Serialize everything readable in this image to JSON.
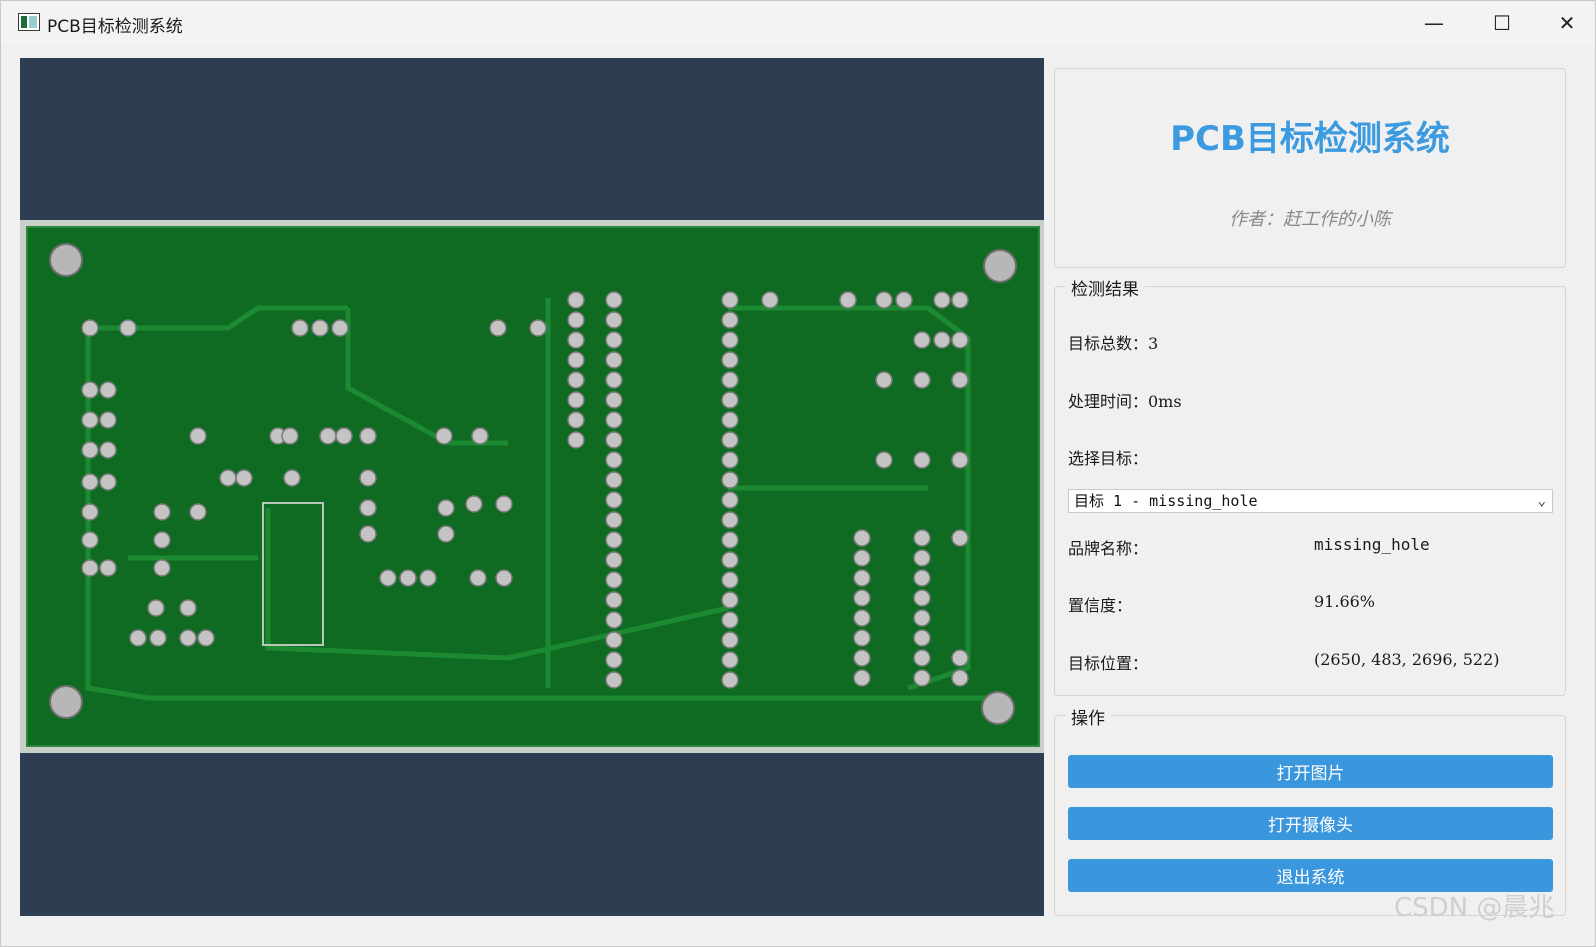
{
  "window": {
    "title": "PCB目标检测系统",
    "minimize": "—",
    "maximize": "☐",
    "close": "✕"
  },
  "header": {
    "title": "PCB目标检测系统",
    "author": "作者：赶工作的小陈"
  },
  "results": {
    "group_label": "检测结果",
    "total_label": "目标总数：3",
    "time_label": "处理时间：0ms",
    "select_label": "选择目标：",
    "selected_target": "目标 1 - missing_hole",
    "brand_label": "品牌名称：",
    "brand_value": "missing_hole",
    "confidence_label": "置信度：",
    "confidence_value": "91.66%",
    "position_label": "目标位置：",
    "position_value": "(2650, 483, 2696, 522)"
  },
  "operations": {
    "group_label": "操作",
    "open_image": "打开图片",
    "open_camera": "打开摄像头",
    "exit": "退出系统"
  },
  "watermark": "CSDN @晨兆",
  "colors": {
    "accent": "#3a97de",
    "title": "#3b9ae0",
    "viewer_bg": "#2d3e53",
    "pcb_green": "#0f6b22"
  }
}
